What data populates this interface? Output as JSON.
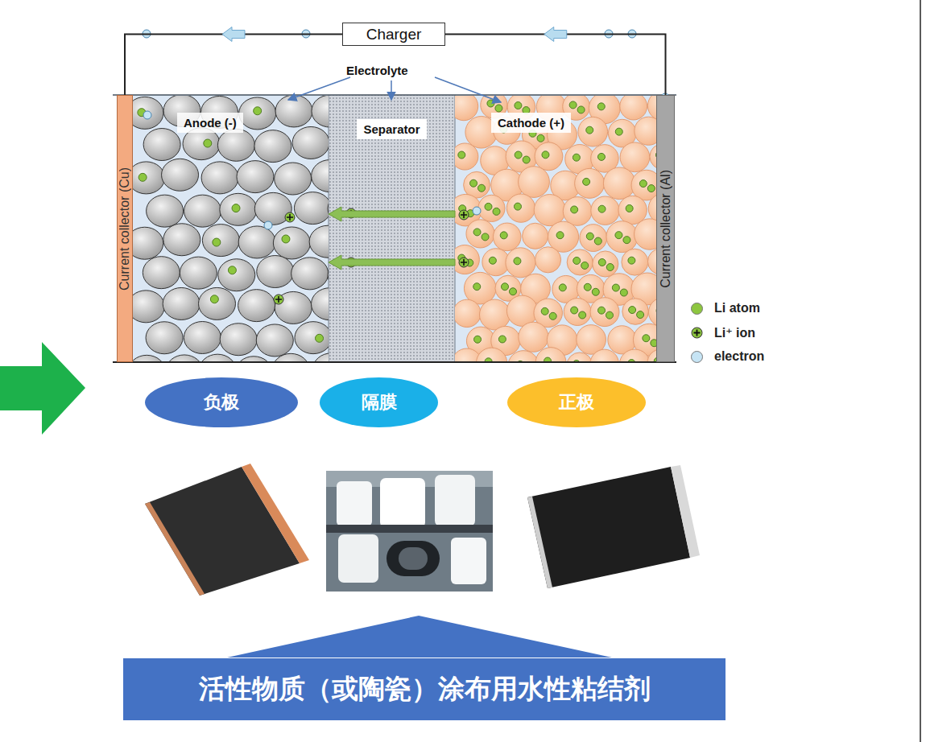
{
  "diagram": {
    "nodes": [
      {
        "text": [
          "Charger"
        ]
      },
      {
        "text": [
          "Current collector (Cu)"
        ]
      },
      {
        "text": [
          "Anode (-)"
        ]
      },
      {
        "text": [
          "Separator"
        ]
      },
      {
        "text": [
          "Cathode (+)"
        ]
      },
      {
        "text": [
          "Current collector (Al)"
        ]
      },
      {
        "text": [
          "负极"
        ]
      },
      {
        "text": [
          "隔膜"
        ]
      },
      {
        "text": [
          "正极"
        ]
      },
      {
        "text": [
          "活性物质（或陶瓷）涂布用水性粘结剂"
        ]
      }
    ],
    "edges": [
      {
        "from": 5,
        "to": 0,
        "arrow": "to"
      },
      {
        "from": 0,
        "to": 1,
        "arrow": "to"
      },
      {
        "from": 4,
        "to": 2,
        "arrow": "to"
      },
      {
        "from": 4,
        "to": 2,
        "arrow": "to"
      }
    ],
    "labels": [
      "Electrolyte"
    ],
    "legend": [
      {
        "text": "Li atom",
        "color": "#8dc63f"
      },
      {
        "text": "Li⁺ ion"
      },
      {
        "text": "electron",
        "color": "#c6e4f4"
      }
    ]
  }
}
